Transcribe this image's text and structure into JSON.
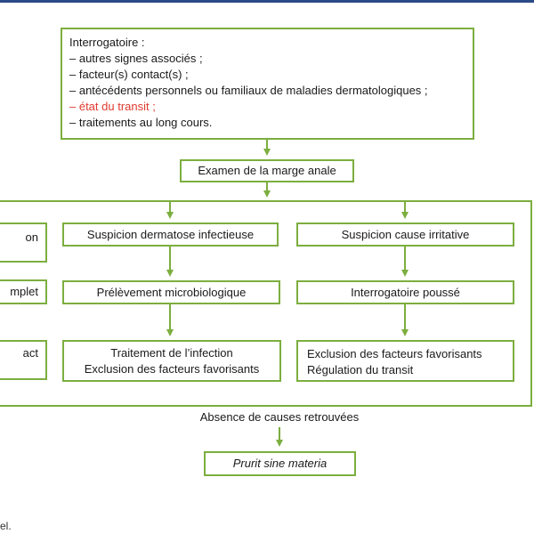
{
  "interrogatoire": {
    "title": "Interrogatoire :",
    "items": [
      "– autres signes associés ;",
      "– facteur(s) contact(s) ;",
      "– antécédents personnels ou familiaux de maladies dermatologiques ;",
      "– état du transit ;",
      "– traitements au long cours."
    ],
    "highlight_color": "#e03a2f"
  },
  "examen": "Examen de la marge anale",
  "left_column": {
    "box1": "on",
    "box2": "mplet",
    "box3": "act"
  },
  "middle_column": {
    "suspicion": "Suspicion dermatose infectieuse",
    "prelevement": "Prélèvement microbiologique",
    "traitement_lines": [
      "Traitement de l’infection",
      "Exclusion des facteurs favorisants"
    ]
  },
  "right_column": {
    "suspicion": "Suspicion cause irritative",
    "interrogatoire": "Interrogatoire poussé",
    "exclusion_lines": [
      "Exclusion des facteurs favorisants",
      "Régulation du transit"
    ]
  },
  "absence": "Absence de causes retrouvées",
  "prurit": "Prurit sine materia",
  "caption": "el.",
  "colors": {
    "accent": "#7cae3f",
    "arrow": "#7cae3f",
    "top_rule": "#2b4a86"
  }
}
